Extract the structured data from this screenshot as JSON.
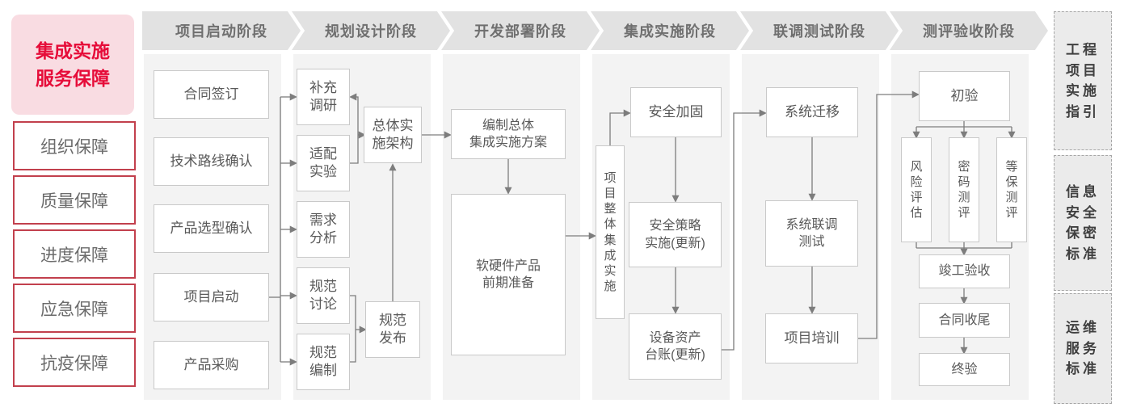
{
  "colors": {
    "accent_red_text": "#e60c39",
    "red_border": "#c2404d",
    "pink_bg": "#f9dce2",
    "header_bg": "#e2e2e2",
    "header_text": "#6f6f6f",
    "panel_bg": "#f3f3f3",
    "node_border": "#c9c9c9",
    "node_text": "#595959",
    "connector_line": "#7d7d7d",
    "ref_box_bg": "#ebebeb",
    "ref_box_border": "#a6a6a6",
    "ref_box_text": "#404040"
  },
  "left_sidebar": {
    "title_lines": [
      "集成实施",
      "服务保障"
    ],
    "items": [
      {
        "label": "组织保障"
      },
      {
        "label": "质量保障"
      },
      {
        "label": "进度保障"
      },
      {
        "label": "应急保障"
      },
      {
        "label": "抗疫保障"
      }
    ]
  },
  "phases": [
    {
      "label": "项目启动阶段"
    },
    {
      "label": "规划设计阶段"
    },
    {
      "label": "开发部署阶段"
    },
    {
      "label": "集成实施阶段"
    },
    {
      "label": "联调测试阶段"
    },
    {
      "label": "测评验收阶段"
    }
  ],
  "nodes": {
    "contract_signing": {
      "lines": [
        "合同签订"
      ]
    },
    "tech_route": {
      "lines": [
        "技术路线确认"
      ]
    },
    "product_selection": {
      "lines": [
        "产品选型确认"
      ]
    },
    "project_kickoff": {
      "lines": [
        "项目启动"
      ]
    },
    "product_procurement": {
      "lines": [
        "产品采购"
      ]
    },
    "supplementary_research": {
      "lines": [
        "补充",
        "调研"
      ]
    },
    "adaptation_experiment": {
      "lines": [
        "适配",
        "实验"
      ]
    },
    "requirement_analysis": {
      "lines": [
        "需求",
        "分析"
      ]
    },
    "spec_discussion": {
      "lines": [
        "规范",
        "讨论"
      ]
    },
    "spec_compilation": {
      "lines": [
        "规范",
        "编制"
      ]
    },
    "overall_architecture": {
      "lines": [
        "总体实",
        "施架构"
      ]
    },
    "spec_release": {
      "lines": [
        "规范",
        "发布"
      ]
    },
    "compile_plan": {
      "lines": [
        "编制总体",
        "集成实施方案"
      ]
    },
    "product_preparation": {
      "lines": [
        "软硬件产品",
        "前期准备"
      ]
    },
    "overall_integration": {
      "lines": [
        "项",
        "目",
        "整",
        "体",
        "集",
        "成",
        "实",
        "施"
      ]
    },
    "security_hardening": {
      "lines": [
        "安全加固"
      ]
    },
    "security_policy": {
      "lines": [
        "安全策略",
        "实施(更新)"
      ]
    },
    "asset_ledger": {
      "lines": [
        "设备资产",
        "台账(更新)"
      ]
    },
    "system_migration": {
      "lines": [
        "系统迁移"
      ]
    },
    "joint_testing": {
      "lines": [
        "系统联调",
        "测试"
      ]
    },
    "project_training": {
      "lines": [
        "项目培训"
      ]
    },
    "initial_acceptance": {
      "lines": [
        "初验"
      ]
    },
    "risk_assessment": {
      "lines": [
        "风",
        "险",
        "评",
        "估"
      ]
    },
    "crypto_evaluation": {
      "lines": [
        "密",
        "码",
        "测",
        "评"
      ]
    },
    "mlps_evaluation": {
      "lines": [
        "等",
        "保",
        "测",
        "评"
      ]
    },
    "completion_acceptance": {
      "lines": [
        "竣工验收"
      ]
    },
    "contract_closure": {
      "lines": [
        "合同收尾"
      ]
    },
    "final_acceptance": {
      "lines": [
        "终验"
      ]
    }
  },
  "right_sidebar": {
    "items": [
      {
        "lines": [
          "工程",
          "项目",
          "实施",
          "指引"
        ]
      },
      {
        "lines": [
          "信息",
          "安全",
          "保密",
          "标准"
        ]
      },
      {
        "lines": [
          "运维",
          "服务",
          "标准"
        ]
      }
    ]
  }
}
